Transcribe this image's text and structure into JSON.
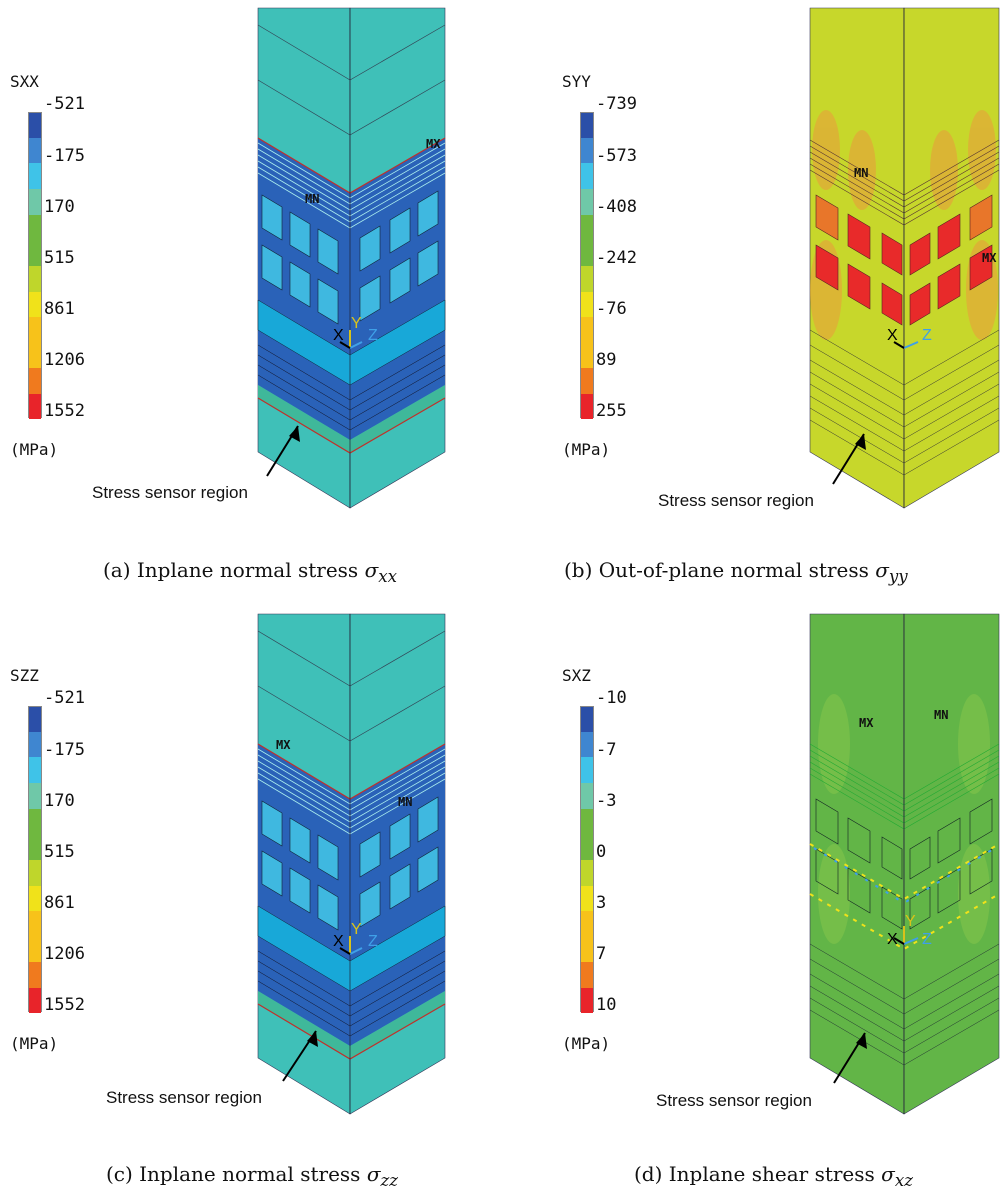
{
  "panels": [
    {
      "legend_title": "SXX",
      "ticks": [
        "-521",
        "-175",
        "170",
        "515",
        "861",
        "1206",
        "1552"
      ],
      "unit": "(MPa)",
      "sensor_label": "Stress sensor region",
      "caption_prefix": "(a) Inplane normal stress ",
      "caption_symbol": "σ",
      "caption_sub": "xx",
      "markers": [
        "MN",
        "MX"
      ],
      "axes": [
        "X",
        "Y",
        "Z"
      ],
      "body_color": "#3fc0b8"
    },
    {
      "legend_title": "SYY",
      "ticks": [
        "-739",
        "-573",
        "-408",
        "-242",
        "-76",
        "89",
        "255"
      ],
      "unit": "(MPa)",
      "sensor_label": "Stress sensor region",
      "caption_prefix": "(b) Out-of-plane normal stress ",
      "caption_symbol": "σ",
      "caption_sub": "yy",
      "markers": [
        "MN",
        "MX"
      ],
      "axes": [
        "X",
        "Z"
      ],
      "body_color": "#c7d72b"
    },
    {
      "legend_title": "SZZ",
      "ticks": [
        "-521",
        "-175",
        "170",
        "515",
        "861",
        "1206",
        "1552"
      ],
      "unit": "(MPa)",
      "sensor_label": "Stress sensor region",
      "caption_prefix": "(c) Inplane normal stress ",
      "caption_symbol": "σ",
      "caption_sub": "zz",
      "markers": [
        "MX",
        "MN"
      ],
      "axes": [
        "X",
        "Y",
        "Z"
      ],
      "body_color": "#3fc0b8"
    },
    {
      "legend_title": "SXZ",
      "ticks": [
        "-10",
        "-7",
        "-3",
        "0",
        "3",
        "7",
        "10"
      ],
      "unit": "(MPa)",
      "sensor_label": "Stress sensor region",
      "caption_prefix": "(d) Inplane shear stress ",
      "caption_symbol": "σ",
      "caption_sub": "xz",
      "markers": [
        "MX",
        "MN"
      ],
      "axes": [
        "X",
        "Y",
        "Z"
      ],
      "body_color": "#62b547"
    }
  ],
  "legend_colors": [
    "#2b4fa8",
    "#3f86d0",
    "#3fc3e8",
    "#6fc8a8",
    "#6fb83f",
    "#bfd62b",
    "#f0e21a",
    "#f7c21a",
    "#f07a1e",
    "#e8242a"
  ]
}
